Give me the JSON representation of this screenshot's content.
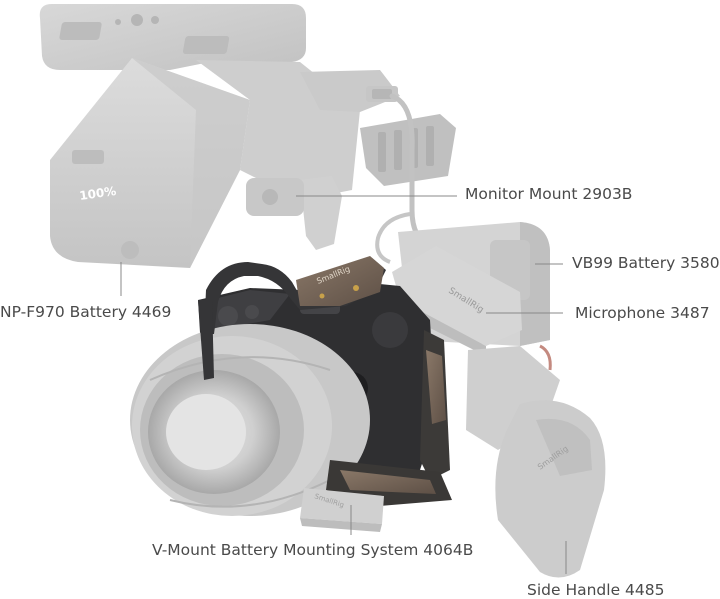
{
  "callouts": {
    "monitor_mount": "Monitor Mount 2903B",
    "vb99_battery": "VB99 Battery 3580",
    "microphone": "Microphone 3487",
    "npf970_battery": "NP-F970 Battery 4469",
    "vmount_system": "V-Mount Battery Mounting System 4064B",
    "side_handle": "Side Handle 4485"
  },
  "product_text": {
    "brand_cage_top": "SmallRig",
    "brand_cage_bottom": "SmallRig",
    "brand_microphone": "SmallRig",
    "brand_handle": "SmallRig",
    "battery_display": "100%"
  },
  "colors": {
    "accessory_gray": "#d2d2d2",
    "accessory_gray_dark": "#bdbdbd",
    "cage_dark": "#3a3a3c",
    "cage_bronze": "#7a6a5c",
    "camera_body": "#2e2e30",
    "leader_line": "#888888",
    "label_text": "#4a4a4a"
  }
}
